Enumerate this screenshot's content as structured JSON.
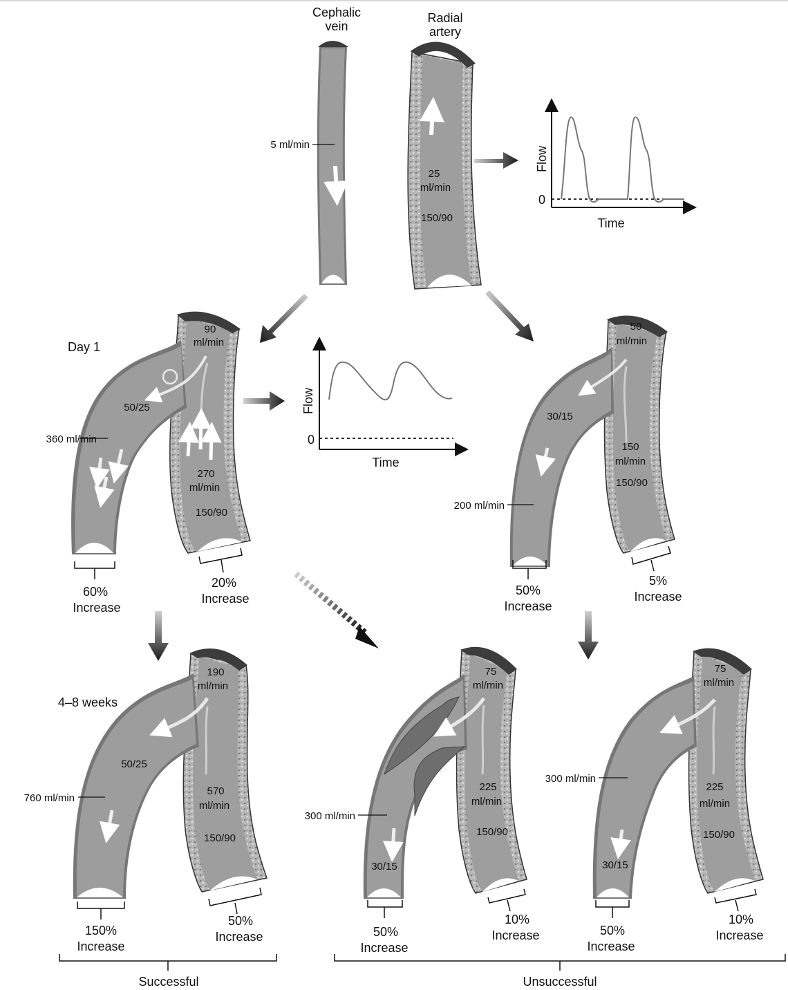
{
  "top": {
    "vein_label": [
      "Cephalic",
      "vein"
    ],
    "artery_label": [
      "Radial",
      "artery"
    ],
    "vein_flow": "5 ml/min",
    "artery_flow": [
      "25",
      "ml/min"
    ],
    "artery_pressure": "150/90"
  },
  "flow_graph_1": {
    "ylabel": "Flow",
    "xlabel": "Time",
    "zero": "0"
  },
  "flow_graph_2": {
    "ylabel": "Flow",
    "xlabel": "Time",
    "zero": "0"
  },
  "day1": {
    "title": "Day 1",
    "inflow": [
      "90",
      "ml/min"
    ],
    "vein_pressure": "50/25",
    "vein_flow": "360 ml/min",
    "artery_flow": [
      "270",
      "ml/min"
    ],
    "artery_pressure": "150/90",
    "vein_increase": [
      "60%",
      "Increase"
    ],
    "artery_increase": [
      "20%",
      "Increase"
    ]
  },
  "right_mid": {
    "inflow": [
      "50",
      "ml/min"
    ],
    "vein_pressure": "30/15",
    "artery_flow": [
      "150",
      "ml/min"
    ],
    "artery_pressure": "150/90",
    "vein_flow": "200 ml/min",
    "vein_increase": [
      "50%",
      "Increase"
    ],
    "artery_increase": [
      "5%",
      "Increase"
    ]
  },
  "weeks": {
    "title": "4–8 weeks",
    "inflow": [
      "190",
      "ml/min"
    ],
    "vein_pressure": "50/25",
    "vein_flow": "760 ml/min",
    "artery_flow": [
      "570",
      "ml/min"
    ],
    "artery_pressure": "150/90",
    "vein_increase": [
      "150%",
      "Increase"
    ],
    "artery_increase": [
      "50%",
      "Increase"
    ]
  },
  "stenosis": {
    "inflow": [
      "75",
      "ml/min"
    ],
    "vein_flow": "300 ml/min",
    "vein_pressure": "30/15",
    "artery_flow": [
      "225",
      "ml/min"
    ],
    "artery_pressure": "150/90",
    "vein_increase": [
      "50%",
      "Increase"
    ],
    "artery_increase": [
      "10%",
      "Increase"
    ]
  },
  "small": {
    "inflow": [
      "75",
      "ml/min"
    ],
    "vein_flow": "300 ml/min",
    "vein_pressure": "30/15",
    "artery_flow": [
      "225",
      "ml/min"
    ],
    "artery_pressure": "150/90",
    "vein_increase": [
      "50%",
      "Increase"
    ],
    "artery_increase": [
      "10%",
      "Increase"
    ]
  },
  "outcomes": {
    "successful": "Successful",
    "unsuccessful": "Unsuccessful"
  }
}
